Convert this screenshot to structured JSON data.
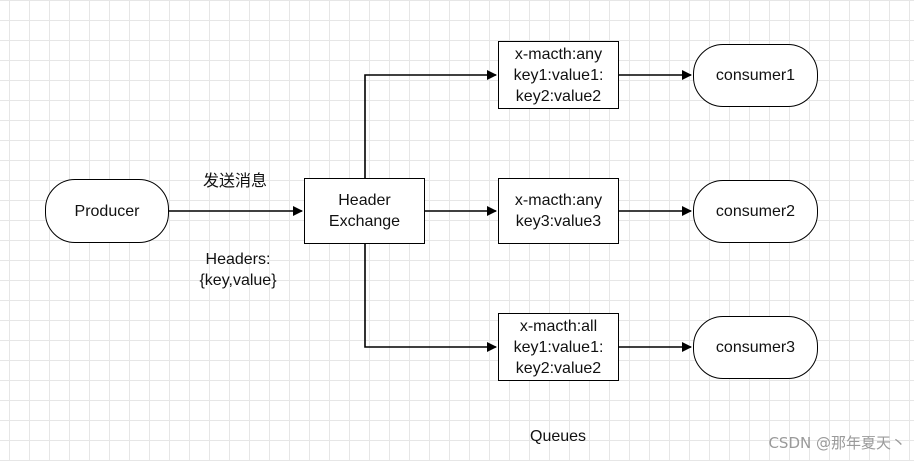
{
  "producer": {
    "label": "Producer"
  },
  "exchange": {
    "line1": "Header",
    "line2": "Exchange"
  },
  "edge_labels": {
    "send": "发送消息",
    "headers_line1": "Headers:",
    "headers_line2": "{key,value}"
  },
  "queues": [
    {
      "lines": [
        "x-macth:any",
        "key1:value1:",
        "key2:value2"
      ]
    },
    {
      "lines": [
        "x-macth:any",
        "key3:value3"
      ]
    },
    {
      "lines": [
        "x-macth:all",
        "key1:value1:",
        "key2:value2"
      ]
    }
  ],
  "consumers": [
    "consumer1",
    "consumer2",
    "consumer3"
  ],
  "queues_caption": "Queues",
  "watermark": "CSDN @那年夏天丶"
}
